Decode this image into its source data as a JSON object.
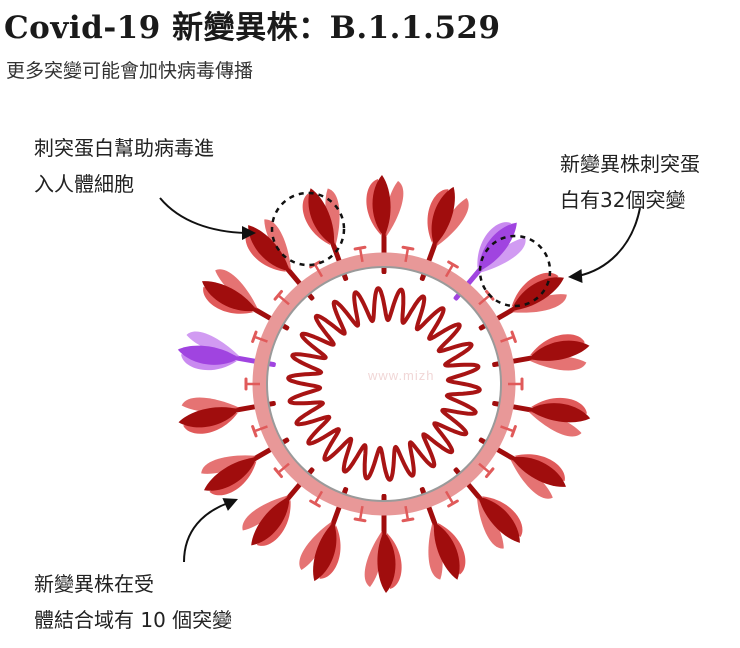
{
  "header": {
    "title": "Covid-19 新變異株：B.1.1.529",
    "subtitle": "更多突變可能會加快病毒傳播"
  },
  "callouts": {
    "spike_entry": [
      "刺突蛋白幫助病毒進",
      "入人體細胞"
    ],
    "spike_mutations": [
      "新變異株刺突蛋",
      "白有32個突變"
    ],
    "rbd_mutations": [
      "新變異株在受",
      "體結合域有 10 個突變"
    ]
  },
  "watermark": "www.mizh",
  "colors": {
    "spike_dark": "#a00d0d",
    "spike_light": "#e05a5a",
    "membrane": "#e89898",
    "membrane_edge": "#9a9a9a",
    "rna": "#a81414",
    "mutated_spike": "#a044e0",
    "mutated_spike_light": "#c98af0",
    "arrow": "#111111"
  },
  "icons": {
    "virus": "coronavirus-icon",
    "spike": "spike-protein-icon",
    "arrow": "curved-arrow-icon",
    "highlight": "dashed-circle-icon"
  }
}
